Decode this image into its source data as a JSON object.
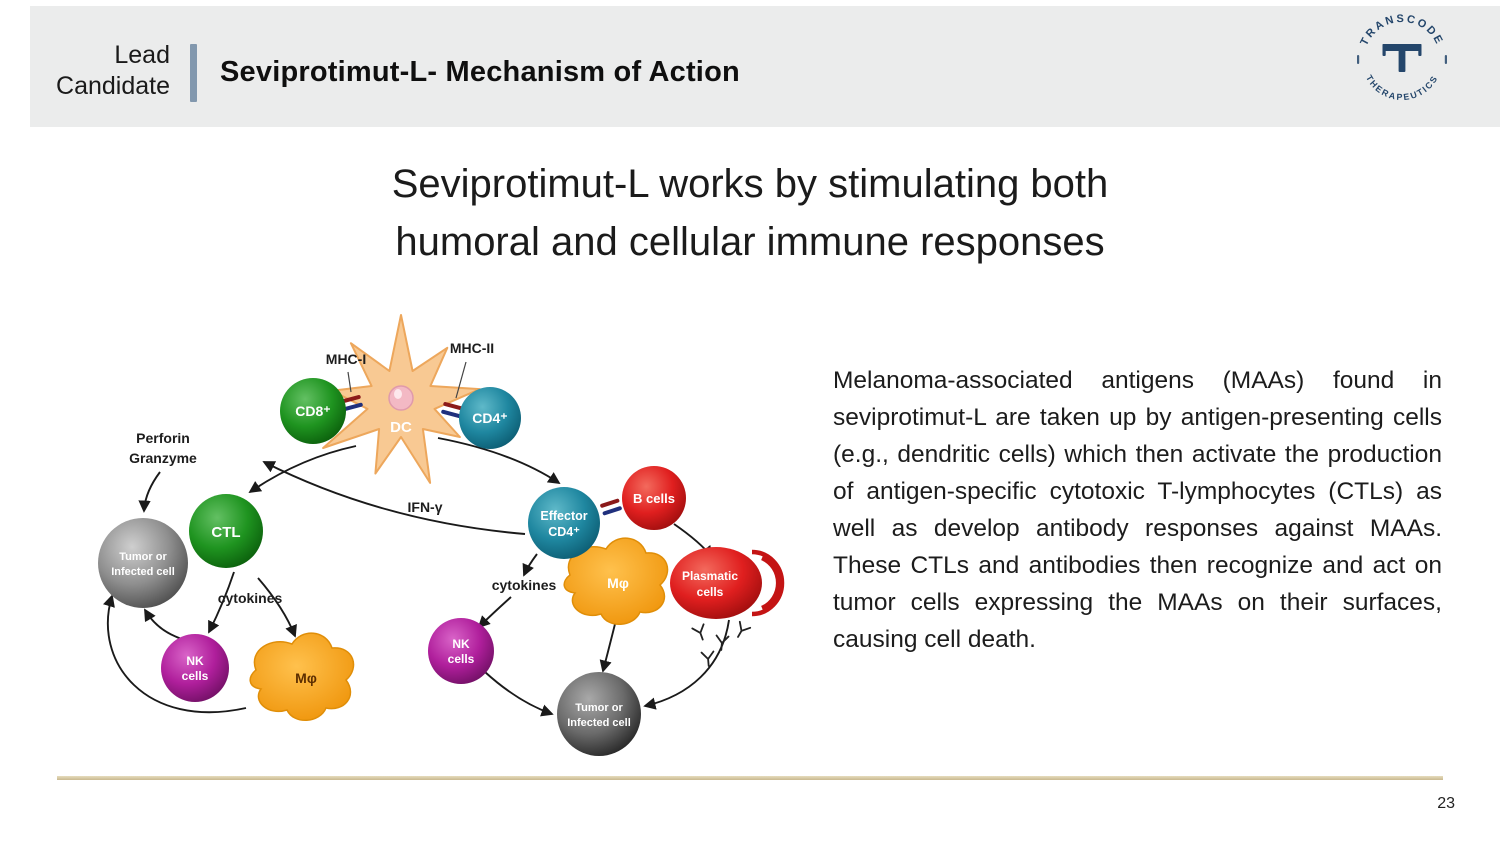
{
  "header": {
    "kicker_line1": "Lead",
    "kicker_line2": "Candidate",
    "title": "Seviprotimut-L- Mechanism of Action"
  },
  "logo": {
    "arc_top": "TRANSCODE",
    "arc_bottom": "THERAPEUTICS",
    "color": "#24466b"
  },
  "heading": {
    "line1": "Seviprotimut-L works by stimulating both",
    "line2": "humoral and cellular immune responses"
  },
  "body_text": "Melanoma-associated antigens (MAAs) found in seviprotimut-L are taken up by antigen-presenting cells (e.g., dendritic cells) which then activate the production of antigen-specific cytotoxic T-lymphocytes (CTLs) as well as develop antibody responses against MAAs. These CTLs and antibodies then recognize and act on tumor cells expressing the MAAs on their surfaces, causing cell death.",
  "diagram": {
    "labels": {
      "mhc_i": "MHC-I",
      "mhc_ii": "MHC-II",
      "dc": "DC",
      "cd8": "CD8⁺",
      "cd4": "CD4⁺",
      "perforin": "Perforin",
      "granzyme": "Granzyme",
      "ctl": "CTL",
      "tumor_line1": "Tumor or",
      "tumor_line2": "Infected cell",
      "cytokines": "cytokines",
      "nk_line1": "NK",
      "nk_line2": "cells",
      "mphi": "Mφ",
      "ifn_gamma": "IFN-γ",
      "effector_line1": "Effector",
      "effector_line2": "CD4⁺",
      "b_cells": "B cells",
      "plasmatic_line1": "Plasmatic",
      "plasmatic_line2": "cells"
    },
    "colors": {
      "t_cell_green": "#1f9420",
      "helper_teal": "#1f87a0",
      "b_cell_red": "#e01f1f",
      "nk_magenta": "#b01f9c",
      "tumor_gray": "#8f8f8f",
      "macrophage_orange": "#f5a01e",
      "dendritic_peach": "#f8c993"
    }
  },
  "footer": {
    "page_number": "23"
  },
  "colors": {
    "header_bg": "#ebecec",
    "divider_blue": "#8298ae",
    "rule_tan": "#d8caa4",
    "logo_navy": "#24466b"
  }
}
